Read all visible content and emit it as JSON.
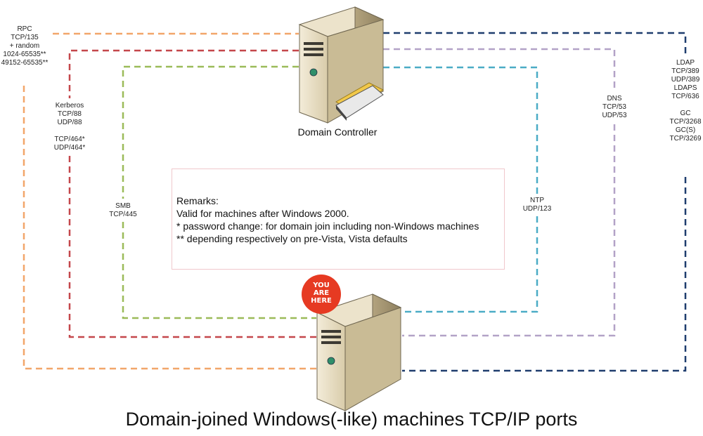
{
  "title": "Domain-joined Windows(-like) machines TCP/IP ports",
  "domain_controller": {
    "caption": "Domain Controller"
  },
  "you_are_here": [
    "YOU",
    "ARE",
    "HERE"
  ],
  "remarks": {
    "heading": "Remarks:",
    "lines": [
      "Valid for machines after Windows 2000.",
      "* password change: for domain join including non-Windows machines",
      "** depending respectively on pre-Vista, Vista defaults"
    ]
  },
  "connections": {
    "rpc": {
      "label": "RPC\nTCP/135\n+ random\n1024-65535**\n49152-65535**",
      "color": "#f2a66a"
    },
    "kerberos": {
      "label": "Kerberos\nTCP/88\nUDP/88\n\nTCP/464*\nUDP/464*",
      "color": "#c4474b"
    },
    "smb": {
      "label": "SMB\nTCP/445",
      "color": "#9bbb59"
    },
    "ntp": {
      "label": "NTP\nUDP/123",
      "color": "#4bacc6"
    },
    "dns": {
      "label": "DNS\nTCP/53\nUDP/53",
      "color": "#b3a2c7"
    },
    "ldap_gc": {
      "label": "LDAP\nTCP/389\nUDP/389\nLDAPS\nTCP/636\n\nGC\nTCP/3268\nGC(S)\nTCP/3269",
      "color": "#1f3d6e"
    }
  }
}
